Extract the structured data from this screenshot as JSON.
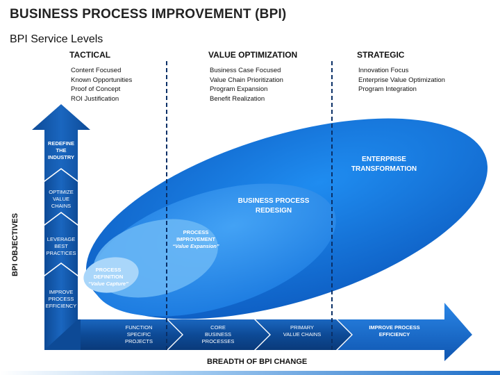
{
  "title": "BUSINESS PROCESS IMPROVEMENT (BPI)",
  "subtitle": "BPI Service Levels",
  "columns": [
    {
      "heading": "TACTICAL",
      "items": [
        "Content Focused",
        "Known Opportunities",
        "Proof of Concept",
        "ROI Justification"
      ]
    },
    {
      "heading": "VALUE OPTIMIZATION",
      "items": [
        "Business Case Focused",
        "Value Chain Prioritization",
        "Program Expansion",
        "Benefit Realization"
      ]
    },
    {
      "heading": "STRATEGIC",
      "items": [
        "Innovation Focus",
        "Enterprise Value Optimization",
        "Program Integration"
      ]
    }
  ],
  "y_axis": {
    "title": "BPI OBJECTIVES",
    "levels": [
      "REDEFINE THE INDUSTRY",
      "OPTIMIZE VALUE CHAINS",
      "LEVERAGE BEST PRACTICES",
      "IMPROVE PROCESS EFFICIENCY"
    ]
  },
  "x_axis": {
    "title": "BREADTH OF BPI CHANGE",
    "stages": [
      "FUNCTION SPECIFIC PROJECTS",
      "CORE BUSINESS PROCESSES",
      "PRIMARY VALUE CHAINS",
      "IMPROVE PROCESS EFFICIENCY"
    ]
  },
  "ellipses": {
    "enterprise": "ENTERPRISE TRANSFORMATION",
    "redesign": "BUSINESS PROCESS REDESIGN",
    "improvement": "PROCESS IMPROVEMENT",
    "improvement_sub": "“Value Expansion”",
    "definition": "PROCESS DEFINITION",
    "definition_sub": "“Value Capture”"
  },
  "colors": {
    "dark_blue": "#0a3f86",
    "mid_blue": "#1565c0",
    "bright_blue": "#1e88e5",
    "light_blue": "#64b5f6"
  }
}
